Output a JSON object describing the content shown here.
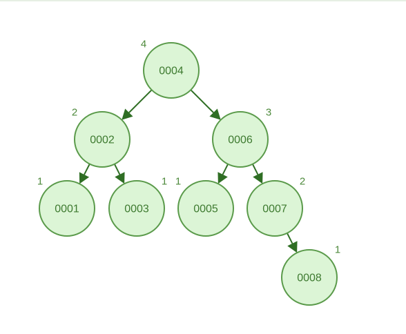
{
  "tree": {
    "colors": {
      "node_fill": "#dcf5d6",
      "node_stroke": "#5a9a4a",
      "edge": "#2f6e24",
      "text": "#3e7a30"
    },
    "nodes": [
      {
        "id": "0004",
        "label": "0004",
        "height": "4"
      },
      {
        "id": "0002",
        "label": "0002",
        "height": "2"
      },
      {
        "id": "0006",
        "label": "0006",
        "height": "3"
      },
      {
        "id": "0001",
        "label": "0001",
        "height": "1"
      },
      {
        "id": "0003",
        "label": "0003",
        "height": "1"
      },
      {
        "id": "0005",
        "label": "0005",
        "height": "1"
      },
      {
        "id": "0007",
        "label": "0007",
        "height": "2"
      },
      {
        "id": "0008",
        "label": "0008",
        "height": "1"
      }
    ],
    "edges": [
      {
        "from": "0004",
        "to": "0002"
      },
      {
        "from": "0004",
        "to": "0006"
      },
      {
        "from": "0002",
        "to": "0001"
      },
      {
        "from": "0002",
        "to": "0003"
      },
      {
        "from": "0006",
        "to": "0005"
      },
      {
        "from": "0006",
        "to": "0007"
      },
      {
        "from": "0007",
        "to": "0008"
      }
    ]
  }
}
